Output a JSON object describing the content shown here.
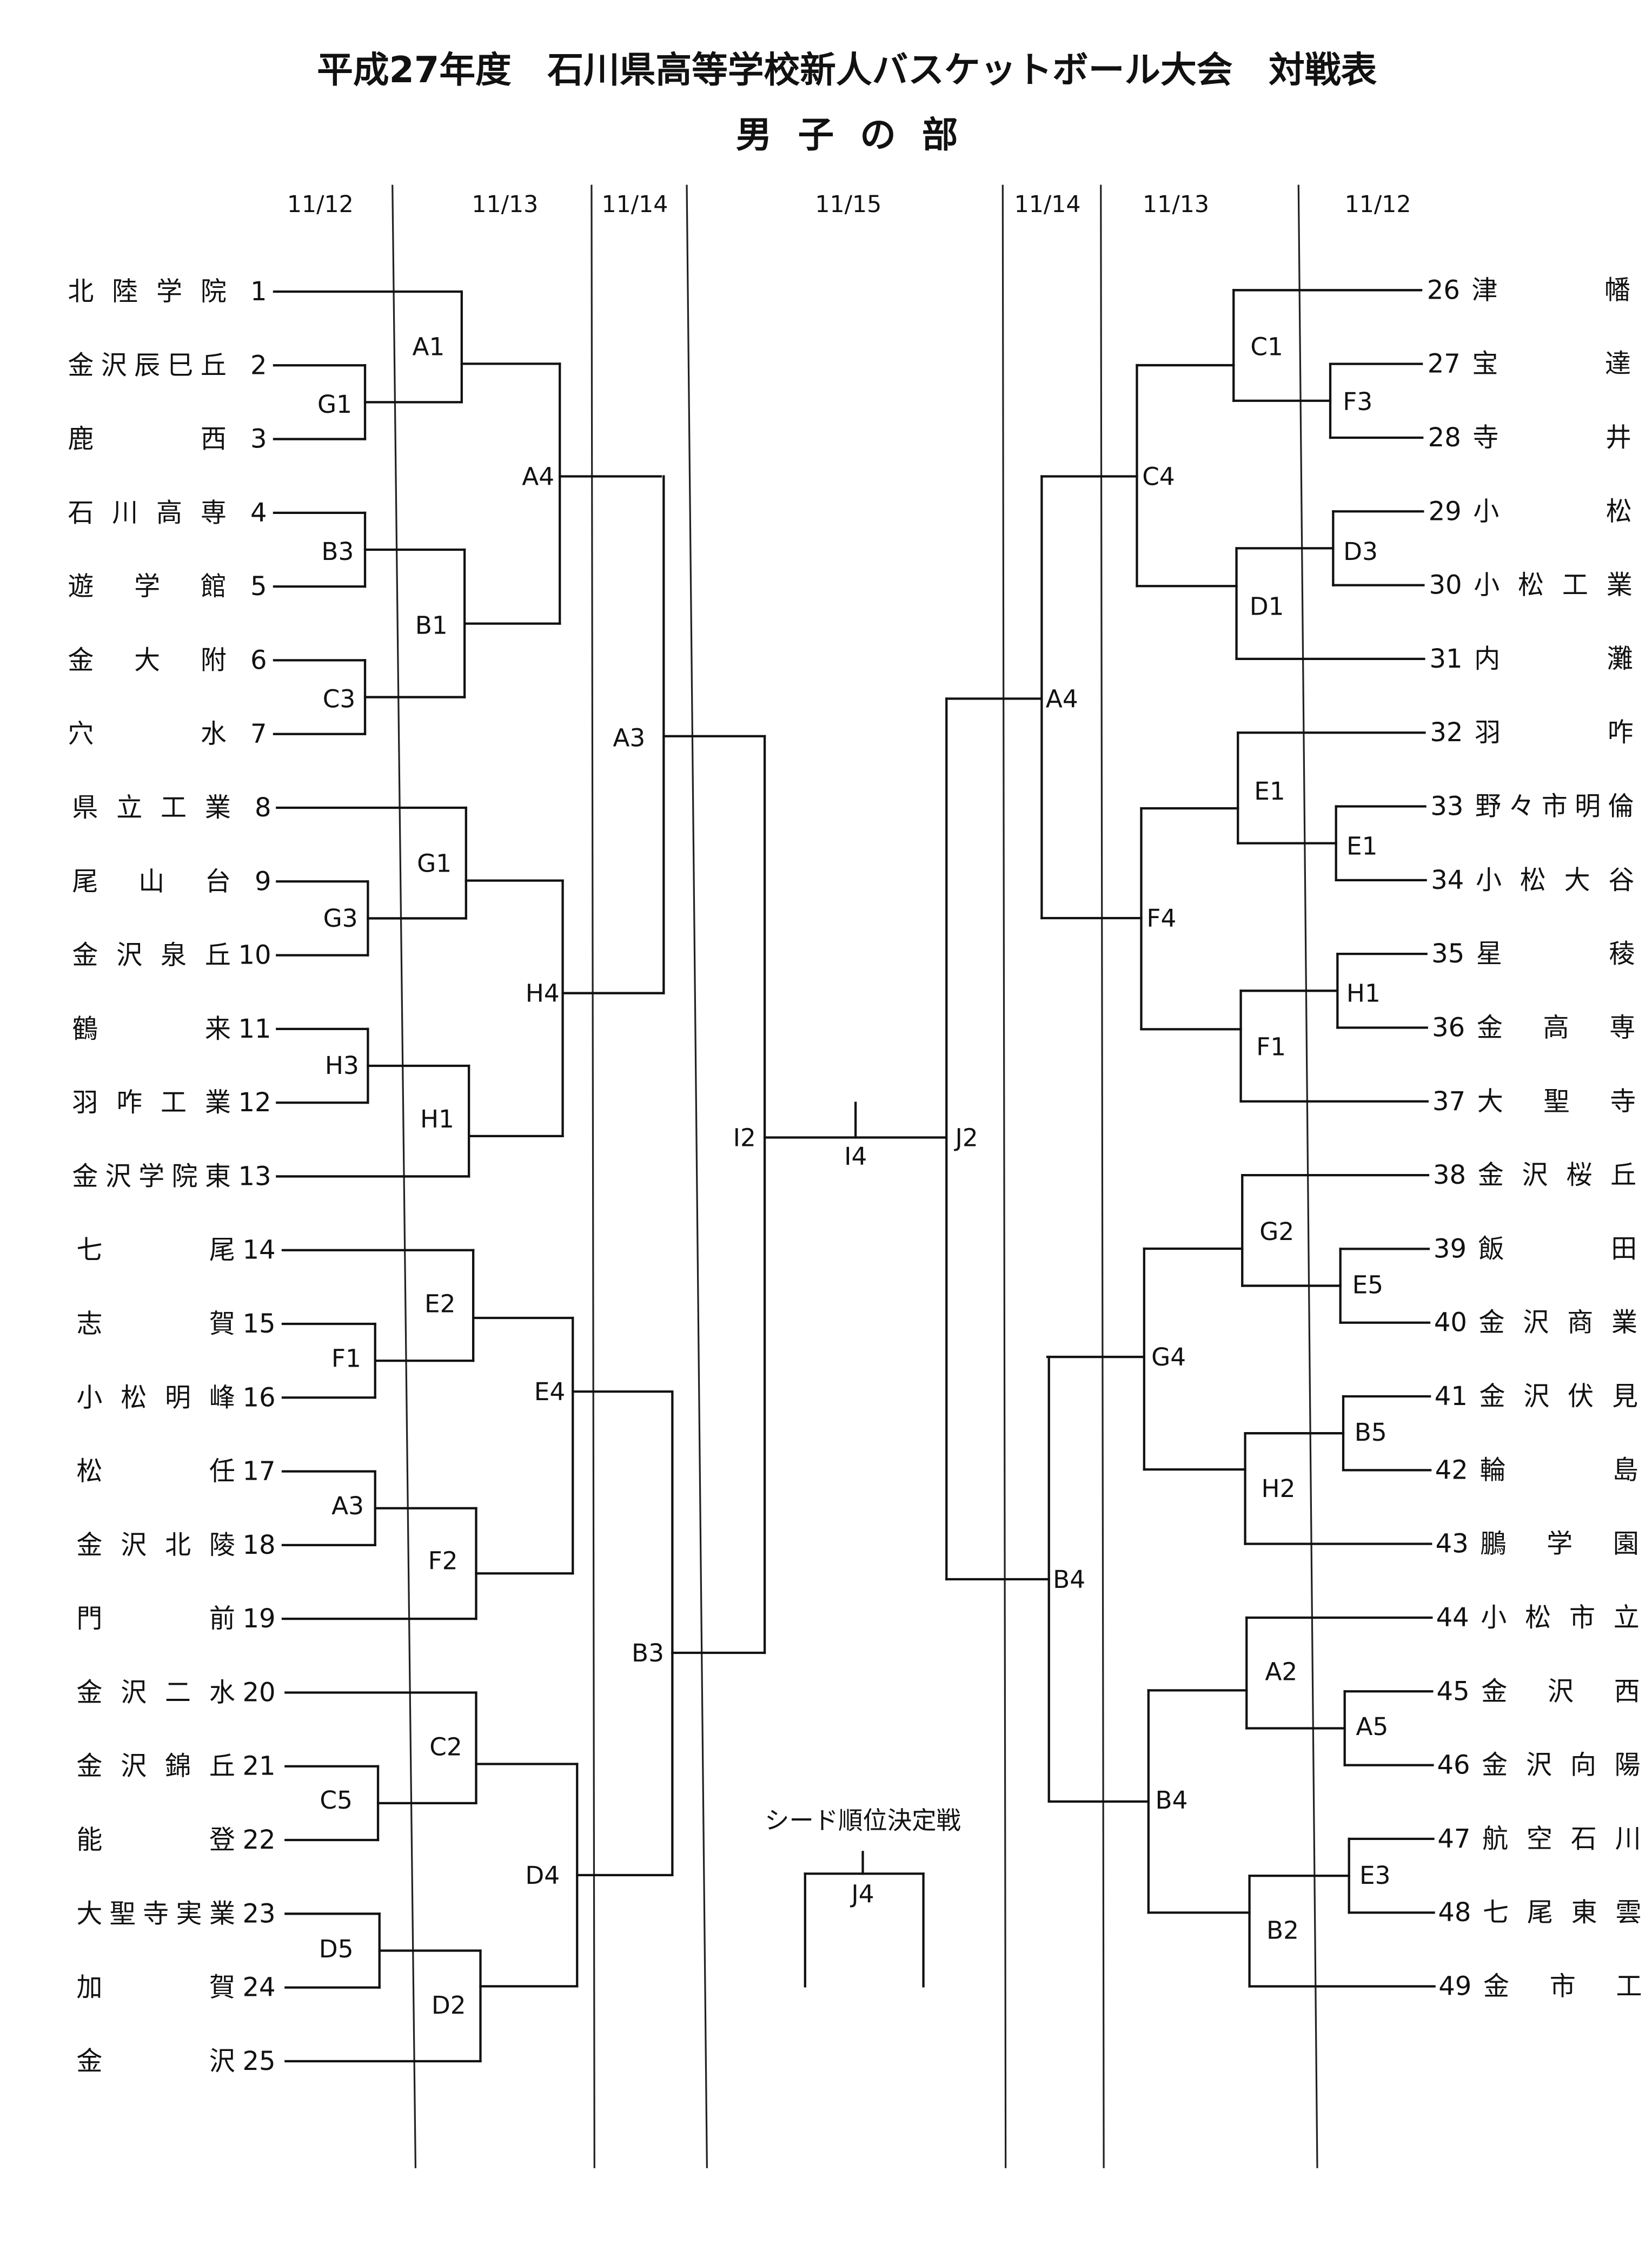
{
  "header": {
    "title": "平成27年度　石川県高等学校新人バスケットボール大会　対戦表",
    "subtitle": "男子の部"
  },
  "dates": [
    "11/12",
    "11/13",
    "11/14",
    "11/15",
    "11/14",
    "11/13",
    "11/12"
  ],
  "left_teams": [
    {
      "num": "1",
      "name": "北陸学院"
    },
    {
      "num": "2",
      "name": "金沢辰巳丘"
    },
    {
      "num": "3",
      "name": "鹿西"
    },
    {
      "num": "4",
      "name": "石川高専"
    },
    {
      "num": "5",
      "name": "遊学館"
    },
    {
      "num": "6",
      "name": "金大附"
    },
    {
      "num": "7",
      "name": "穴水"
    },
    {
      "num": "8",
      "name": "県立工業"
    },
    {
      "num": "9",
      "name": "尾山台"
    },
    {
      "num": "10",
      "name": "金沢泉丘"
    },
    {
      "num": "11",
      "name": "鶴来"
    },
    {
      "num": "12",
      "name": "羽咋工業"
    },
    {
      "num": "13",
      "name": "金沢学院東"
    },
    {
      "num": "14",
      "name": "七尾"
    },
    {
      "num": "15",
      "name": "志賀"
    },
    {
      "num": "16",
      "name": "小松明峰"
    },
    {
      "num": "17",
      "name": "松任"
    },
    {
      "num": "18",
      "name": "金沢北陵"
    },
    {
      "num": "19",
      "name": "門前"
    },
    {
      "num": "20",
      "name": "金沢二水"
    },
    {
      "num": "21",
      "name": "金沢錦丘"
    },
    {
      "num": "22",
      "name": "能登"
    },
    {
      "num": "23",
      "name": "大聖寺実業"
    },
    {
      "num": "24",
      "name": "加賀"
    },
    {
      "num": "25",
      "name": "金沢"
    }
  ],
  "right_teams": [
    {
      "num": "26",
      "name": "津幡"
    },
    {
      "num": "27",
      "name": "宝達"
    },
    {
      "num": "28",
      "name": "寺井"
    },
    {
      "num": "29",
      "name": "小松"
    },
    {
      "num": "30",
      "name": "小松工業"
    },
    {
      "num": "31",
      "name": "内灘"
    },
    {
      "num": "32",
      "name": "羽咋"
    },
    {
      "num": "33",
      "name": "野々市明倫"
    },
    {
      "num": "34",
      "name": "小松大谷"
    },
    {
      "num": "35",
      "name": "星稜"
    },
    {
      "num": "36",
      "name": "金高専"
    },
    {
      "num": "37",
      "name": "大聖寺"
    },
    {
      "num": "38",
      "name": "金沢桜丘"
    },
    {
      "num": "39",
      "name": "飯田"
    },
    {
      "num": "40",
      "name": "金沢商業"
    },
    {
      "num": "41",
      "name": "金沢伏見"
    },
    {
      "num": "42",
      "name": "輪島"
    },
    {
      "num": "43",
      "name": "鵬学園"
    },
    {
      "num": "44",
      "name": "小松市立"
    },
    {
      "num": "45",
      "name": "金沢西"
    },
    {
      "num": "46",
      "name": "金沢向陽"
    },
    {
      "num": "47",
      "name": "航空石川"
    },
    {
      "num": "48",
      "name": "七尾東雲"
    },
    {
      "num": "49",
      "name": "金市工"
    }
  ],
  "left_matches": [
    "A1",
    "G1",
    "A4",
    "B3",
    "B1",
    "C3",
    "A3",
    "G1",
    "G3",
    "H4",
    "H3",
    "H1",
    "E2",
    "F1",
    "E4",
    "A3",
    "F2",
    "B3",
    "C2",
    "C5",
    "D4",
    "D5",
    "D2"
  ],
  "center_matches": [
    "I2",
    "I4",
    "J2"
  ],
  "right_matches": [
    "C1",
    "F3",
    "C4",
    "D3",
    "D1",
    "A4",
    "E1",
    "E1",
    "F4",
    "H1",
    "F1",
    "G2",
    "E5",
    "G4",
    "B5",
    "H2",
    "B4",
    "A2",
    "A5",
    "B4",
    "E3",
    "B2"
  ],
  "seed": {
    "title": "シード順位決定戦",
    "match": "J4"
  }
}
